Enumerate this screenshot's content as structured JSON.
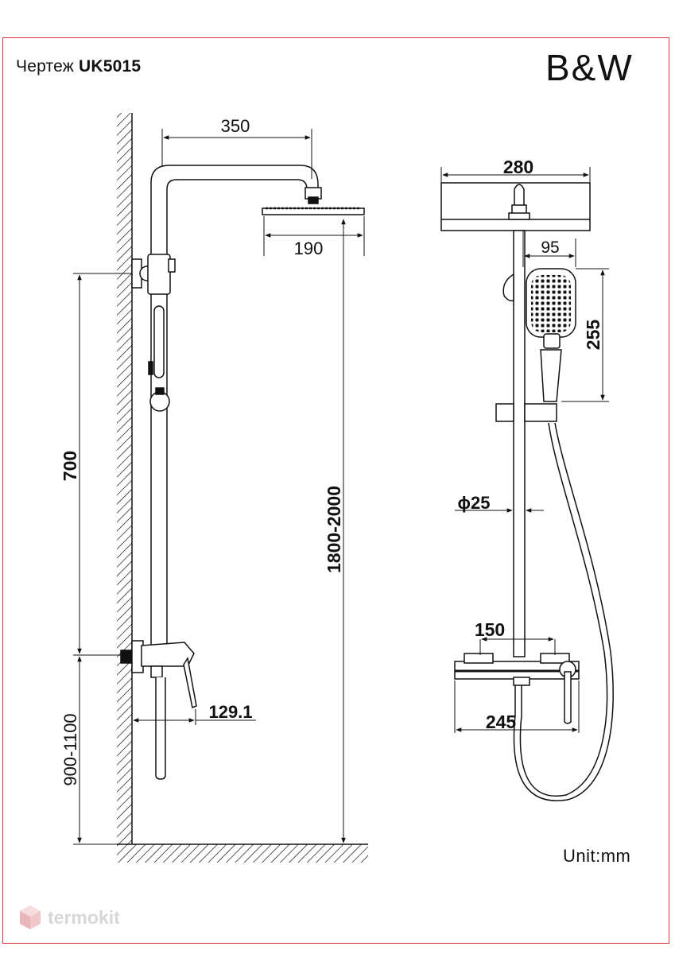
{
  "header": {
    "label_prefix": "Чертеж",
    "model": "UK5015",
    "brand": "B&W"
  },
  "footer": {
    "unit": "Unit:mm",
    "watermark": "termokit"
  },
  "side_view": {
    "dim_top_width": "350",
    "dim_head_width": "190",
    "dim_bracket_spacing": "700",
    "dim_total_height": "1800-2000",
    "dim_mixer_projection": "129.1",
    "dim_mixer_height": "900-1100"
  },
  "front_view": {
    "dim_head_width": "280",
    "dim_handshower_width": "95",
    "dim_handshower_length": "255",
    "dim_pipe_diameter": "ϕ25",
    "dim_mixer_spacing": "150",
    "dim_mixer_width": "245"
  },
  "colors": {
    "frame": "#d9323a",
    "line": "#111111",
    "watermark": "#d7d7d7"
  }
}
